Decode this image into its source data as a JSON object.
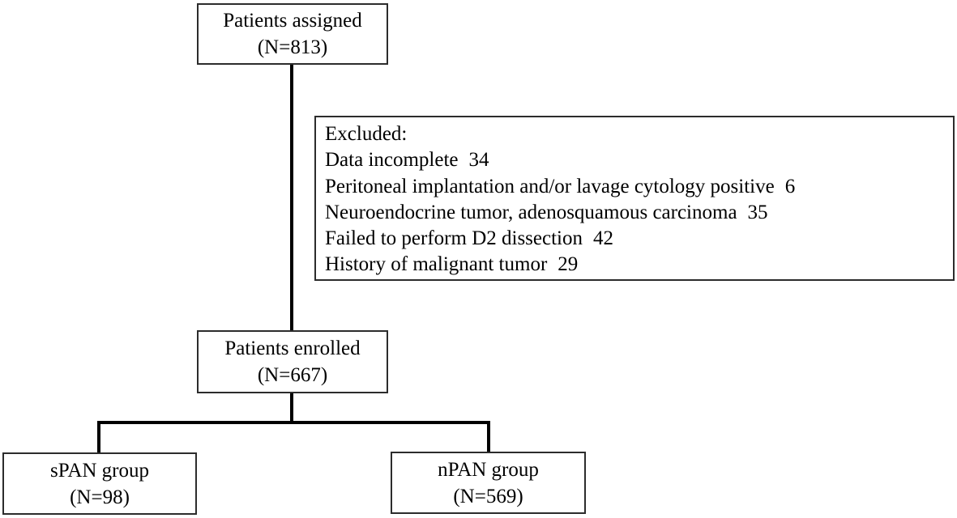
{
  "boxes": {
    "assigned": {
      "line1": "Patients assigned",
      "line2": "(N=813)"
    },
    "excluded": {
      "title": "Excluded:",
      "items": [
        {
          "label": "Data incomplete",
          "count": "34"
        },
        {
          "label": "Peritoneal implantation and/or lavage cytology positive",
          "count": "6"
        },
        {
          "label": "Neuroendocrine tumor, adenosquamous carcinoma",
          "count": "35"
        },
        {
          "label": "Failed to perform D2 dissection",
          "count": "42"
        },
        {
          "label": "History of malignant tumor",
          "count": "29"
        }
      ]
    },
    "enrolled": {
      "line1": "Patients enrolled",
      "line2": "(N=667)"
    },
    "span_group": {
      "line1": "sPAN group",
      "line2": "(N=98)"
    },
    "npan_group": {
      "line1": "nPAN group",
      "line2": "(N=569)"
    }
  },
  "colors": {
    "background": "#ffffff",
    "box_border": "#2c2c2c",
    "connector_line": "#000000",
    "text": "#000000"
  }
}
